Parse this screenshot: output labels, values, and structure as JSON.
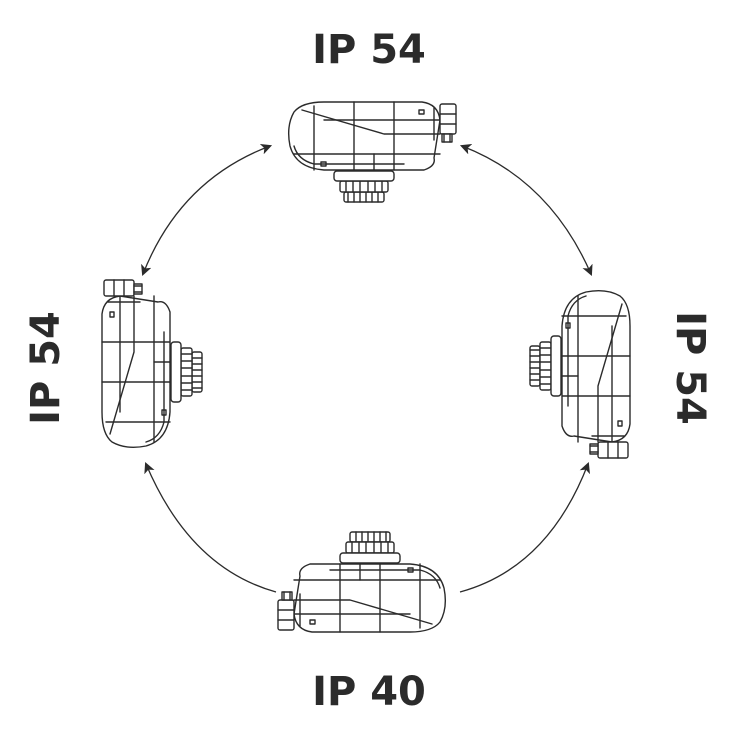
{
  "labels": {
    "top": "IP 54",
    "right": "IP 54",
    "bottom": "IP 40",
    "left": "IP 54"
  },
  "colors": {
    "ink": "#2b2b2b",
    "background": "#ffffff"
  }
}
